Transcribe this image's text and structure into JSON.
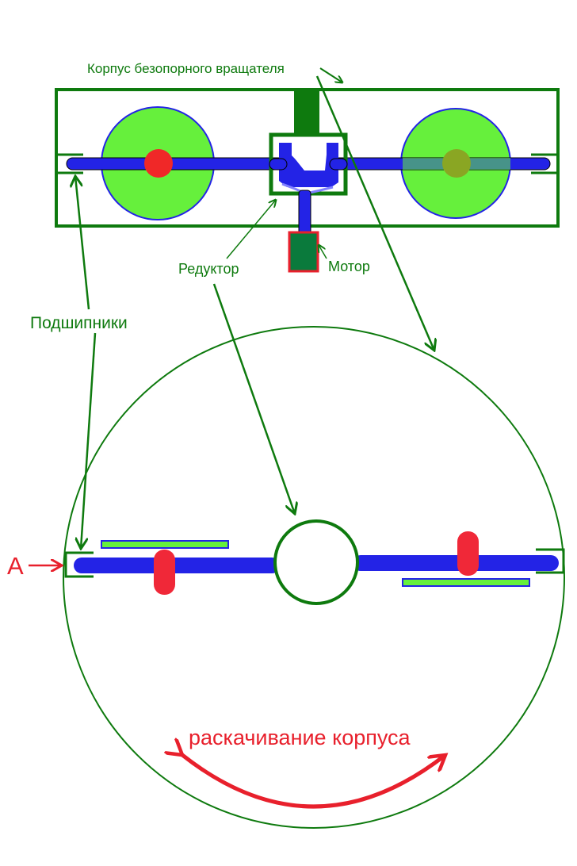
{
  "labels": {
    "housing": "Корпус безопорного вращателя",
    "reducer": "Редуктор",
    "motor": "Мотор",
    "bearings": "Подшипники",
    "point_a": "A",
    "rocking": "раскачивание корпуса"
  },
  "colors": {
    "frame_green": "#0e7a0e",
    "rotor_green": "#66f03c",
    "shaft_blue": "#2323e6",
    "weight_red": "#f02828",
    "motor_fill": "#0a7a3c",
    "text_red": "#e8202c"
  }
}
